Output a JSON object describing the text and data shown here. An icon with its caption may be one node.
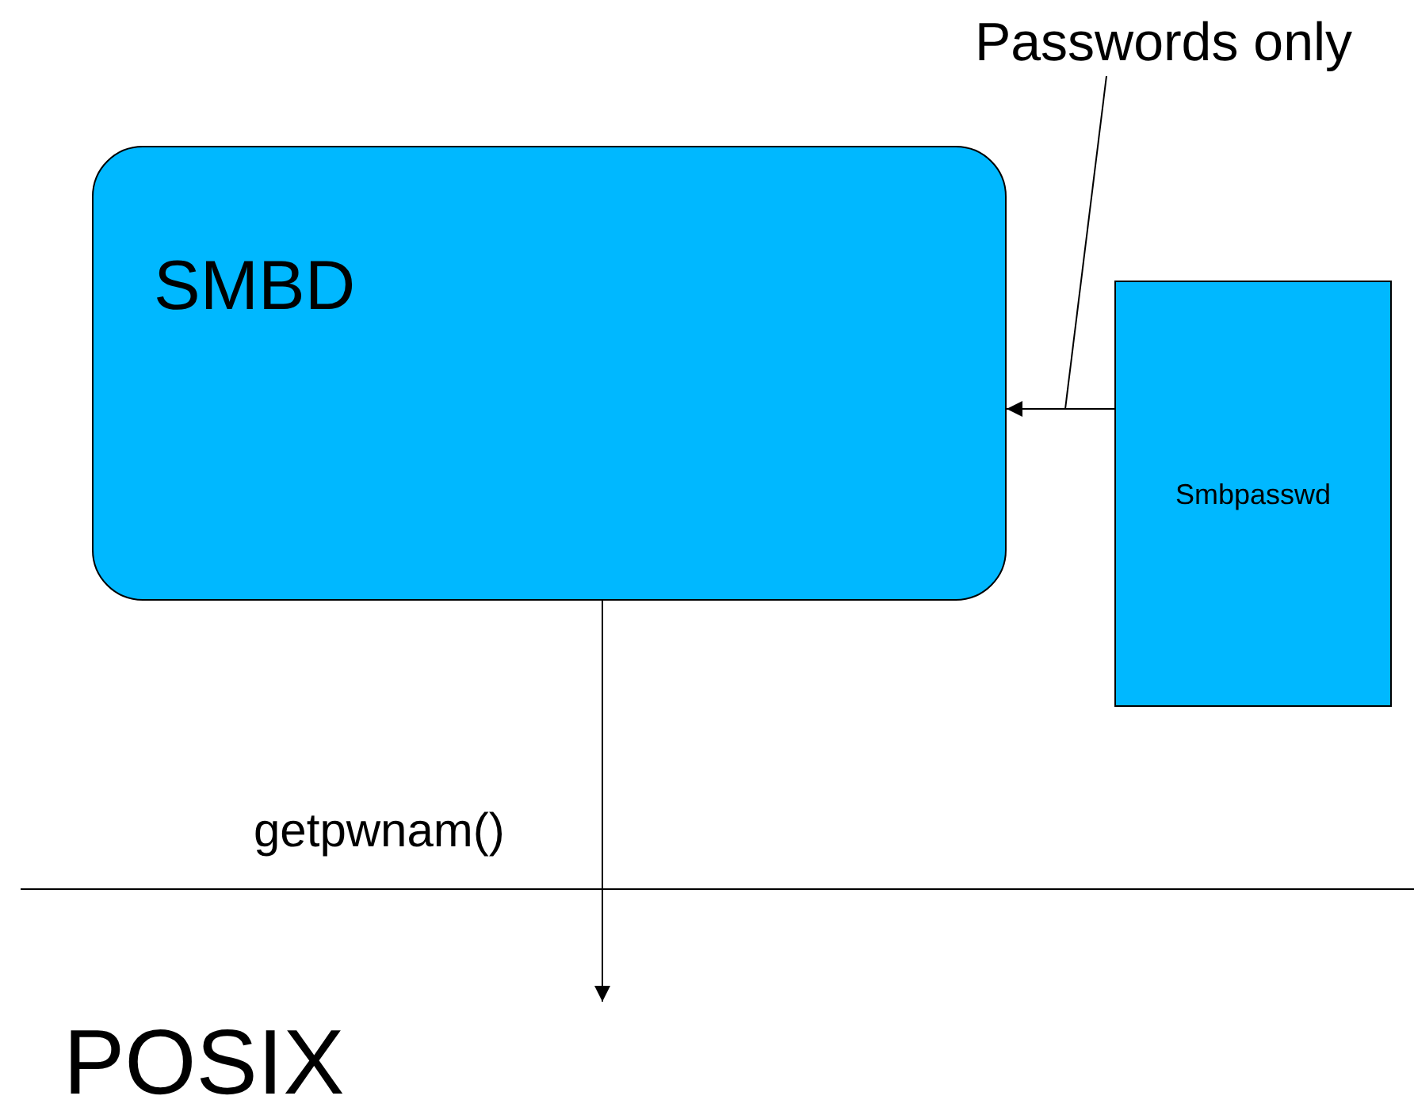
{
  "diagram": {
    "nodes": [
      {
        "text": [
          "SMBD"
        ]
      },
      {
        "text": [
          "Smbpasswd"
        ]
      },
      {
        "text": [
          "Passwords only"
        ]
      }
    ],
    "edges": [
      {
        "from": 1,
        "to": 0,
        "arrow": "to"
      },
      {
        "from": 2,
        "to": null,
        "arrow": "none"
      },
      {
        "from": 0,
        "to": null,
        "arrow": "to",
        "label": "getpwnam()"
      }
    ],
    "labels": [
      "POSIX"
    ]
  }
}
